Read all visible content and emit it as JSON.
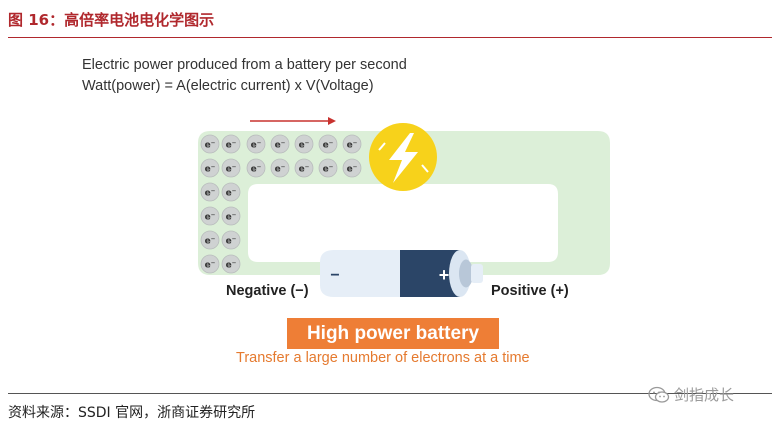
{
  "figure": {
    "title": "图 16：高倍率电池电化学图示"
  },
  "diagram": {
    "line1": "Electric power produced from a battery per second",
    "line2": "Watt(power) = A(electric current) x V(Voltage)",
    "electron_label": "e⁻",
    "negative_label": "Negative (−)",
    "positive_label": "Positive (+)",
    "battery_minus": "−",
    "battery_plus": "+",
    "banner": "High power battery",
    "subtitle": "Transfer a large number of electrons at a time",
    "colors": {
      "circuit": "#dcefd8",
      "bolt_circle": "#f7d21b",
      "battery_dark": "#2b4567",
      "battery_light": "#e6eef7",
      "banner": "#ee7e36",
      "arrow": "#c8322f"
    }
  },
  "footer": {
    "source": "资料来源：SSDI 官网，浙商证券研究所",
    "watermark": "剑指成长"
  }
}
